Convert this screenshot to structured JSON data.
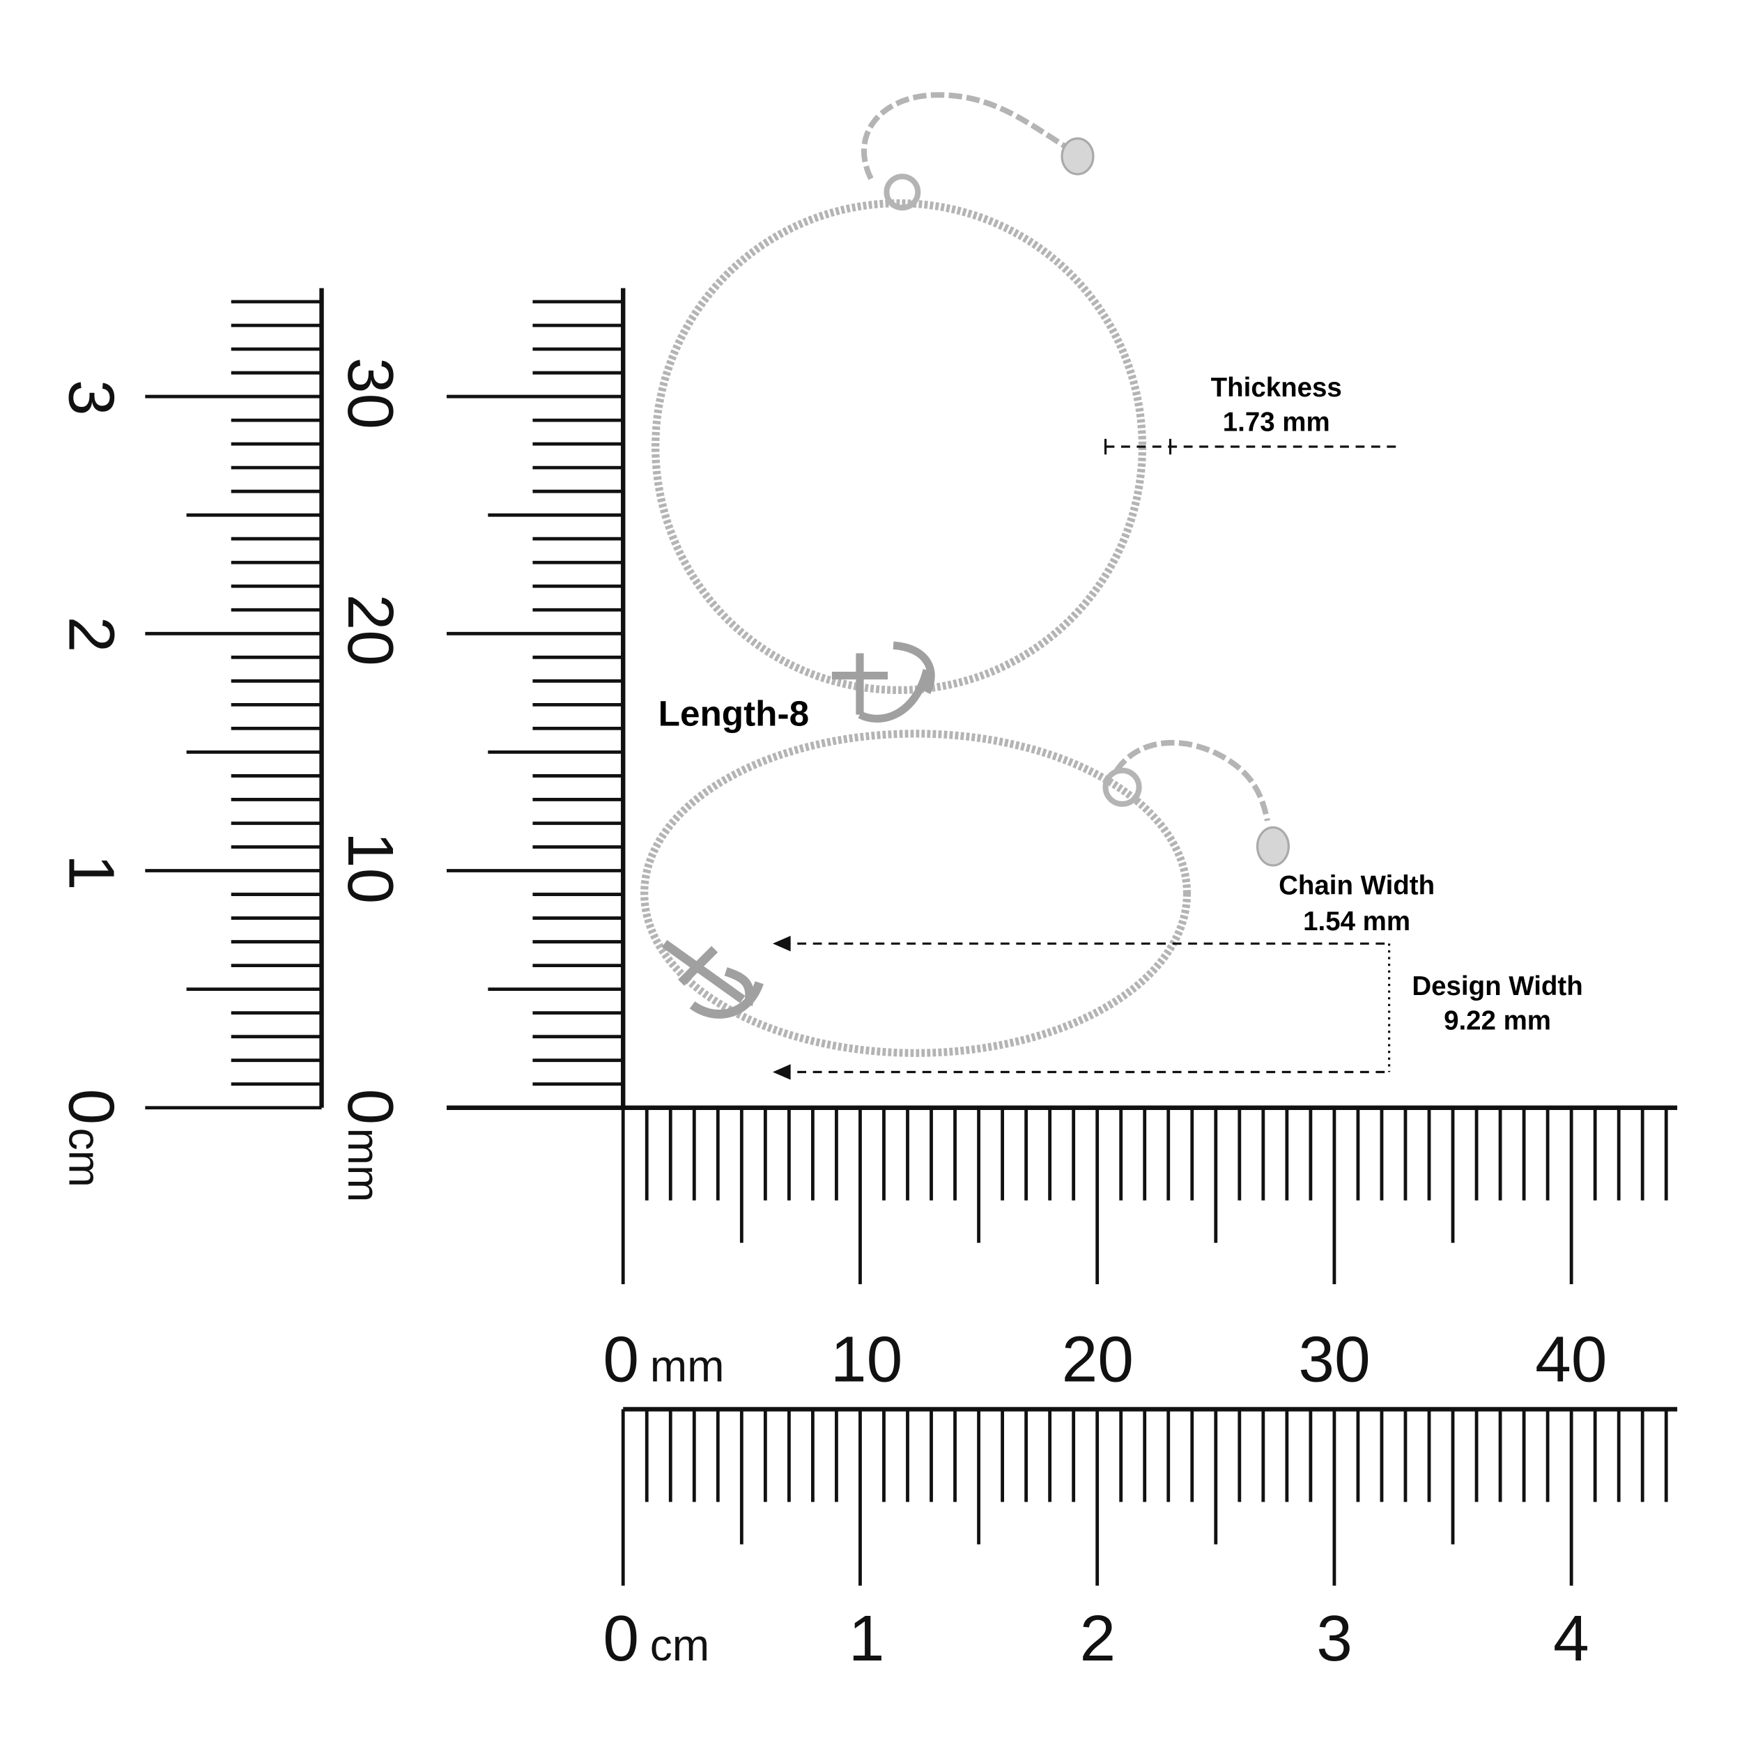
{
  "annotations": {
    "length": "Length-8",
    "thickness_label": "Thickness",
    "thickness_value": "1.73 mm",
    "chain_width_label": "Chain Width",
    "chain_width_value": "1.54 mm",
    "design_width_label": "Design Width",
    "design_width_value": "9.22 mm"
  },
  "rulers": {
    "vertical_cm": {
      "unit": "cm",
      "labels": [
        "0",
        "1",
        "2",
        "3"
      ]
    },
    "vertical_mm": {
      "unit": "mm",
      "labels": [
        "0",
        "10",
        "20",
        "30"
      ]
    },
    "horizontal_mm": {
      "unit": "mm",
      "labels": [
        "0",
        "10",
        "20",
        "30",
        "40"
      ]
    },
    "horizontal_cm": {
      "unit": "cm",
      "labels": [
        "0",
        "1",
        "2",
        "3",
        "4"
      ]
    }
  },
  "colors": {
    "ink": "#111111",
    "silver": "#b4b4b4"
  }
}
